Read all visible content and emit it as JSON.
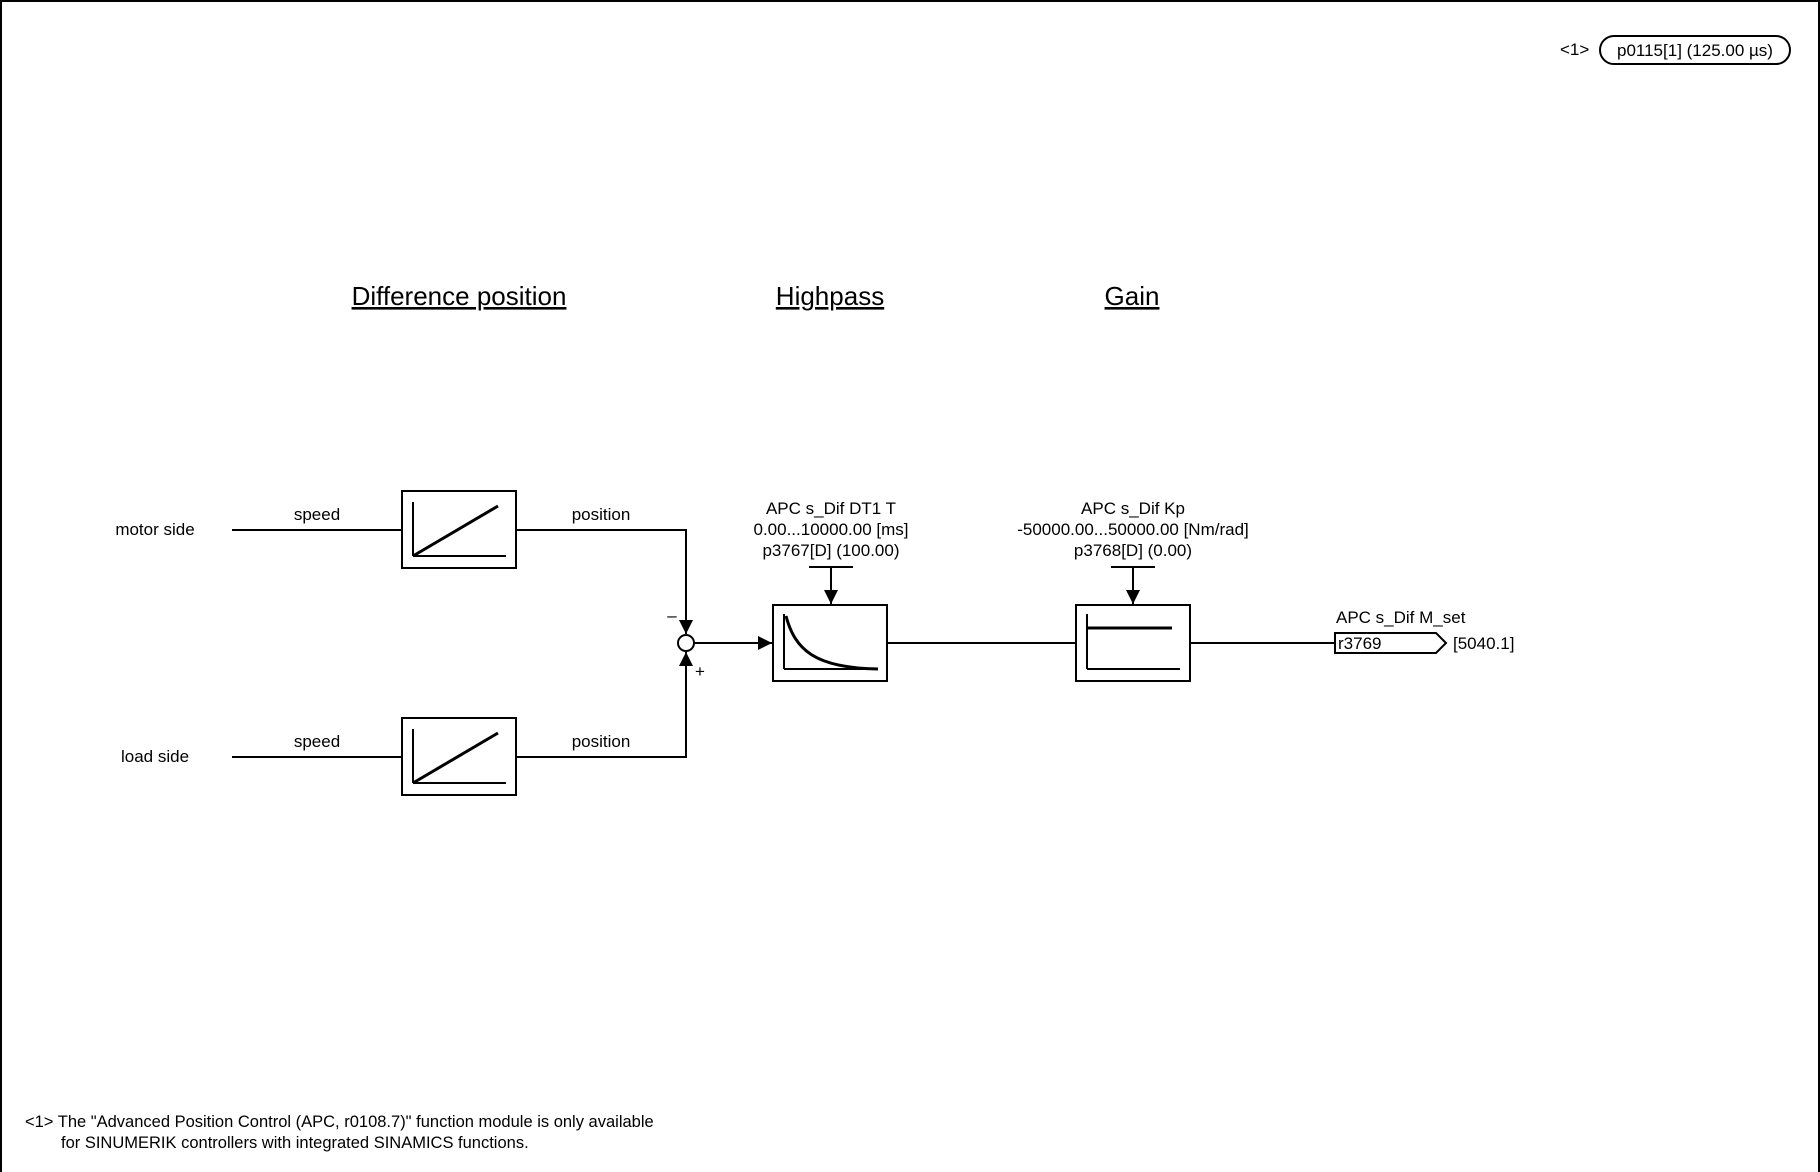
{
  "corner": {
    "footnote_ref": "<1>",
    "sample_time": "p0115[1] (125.00 µs)"
  },
  "headings": {
    "difference_position": "Difference position",
    "highpass": "Highpass",
    "gain": "Gain"
  },
  "inputs": {
    "motor_side": "motor side",
    "load_side": "load side",
    "speed_label": "speed",
    "position_label": "position"
  },
  "summing_junction": {
    "minus_sign": "–",
    "plus_sign": "+"
  },
  "highpass_param": {
    "name": "APC s_Dif DT1 T",
    "range": "0.00...10000.00 [ms]",
    "param": "p3767[D] (100.00)"
  },
  "gain_param": {
    "name": "APC s_Dif Kp",
    "range": "-50000.00...50000.00 [Nm/rad]",
    "param": "p3768[D] (0.00)"
  },
  "output": {
    "name": "APC s_Dif M_set",
    "param": "r3769",
    "target": "[5040.1]"
  },
  "footnote": {
    "line1": "<1> The \"Advanced Position Control (APC, r0108.7)\" function module is only available",
    "line2": "for SINUMERIK controllers with integrated SINAMICS functions."
  }
}
